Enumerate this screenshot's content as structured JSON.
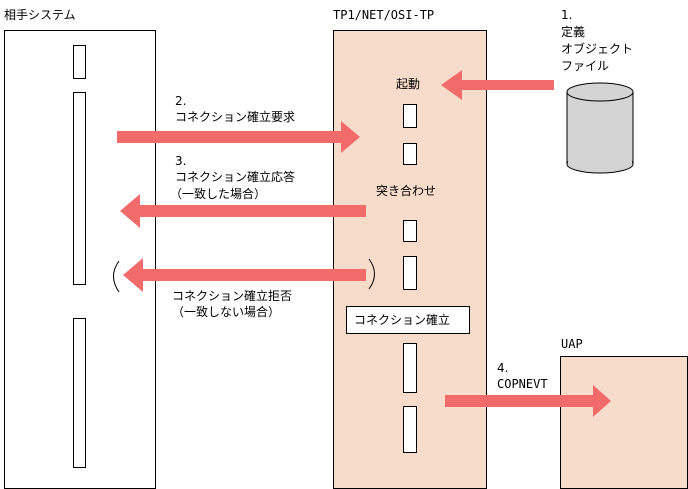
{
  "partner_system": {
    "label": "相手システム"
  },
  "tp": {
    "label": "TP1/NET/OSI-TP",
    "startup_label": "起動",
    "match_label": "突き合わせ",
    "established_label": "コネクション確立"
  },
  "object_file": {
    "step": "1.",
    "line1": "定義",
    "line2": "オブジェクト",
    "line3": "ファイル"
  },
  "messages": {
    "request_step": "2.",
    "request_label": "コネクション確立要求",
    "response_step": "3.",
    "response_label": "コネクション確立応答",
    "response_note": "（一致した場合）",
    "reject_label": "コネクション確立拒否",
    "reject_note": "（一致しない場合）",
    "uap_step": "4.",
    "uap_label": "COPNEVT"
  },
  "uap": {
    "label": "UAP"
  },
  "colors": {
    "arrow": "#f26b6b",
    "tp_fill": "#f8dccb",
    "uap_fill": "#f8dccb",
    "cylinder": "#d4d4d4"
  }
}
